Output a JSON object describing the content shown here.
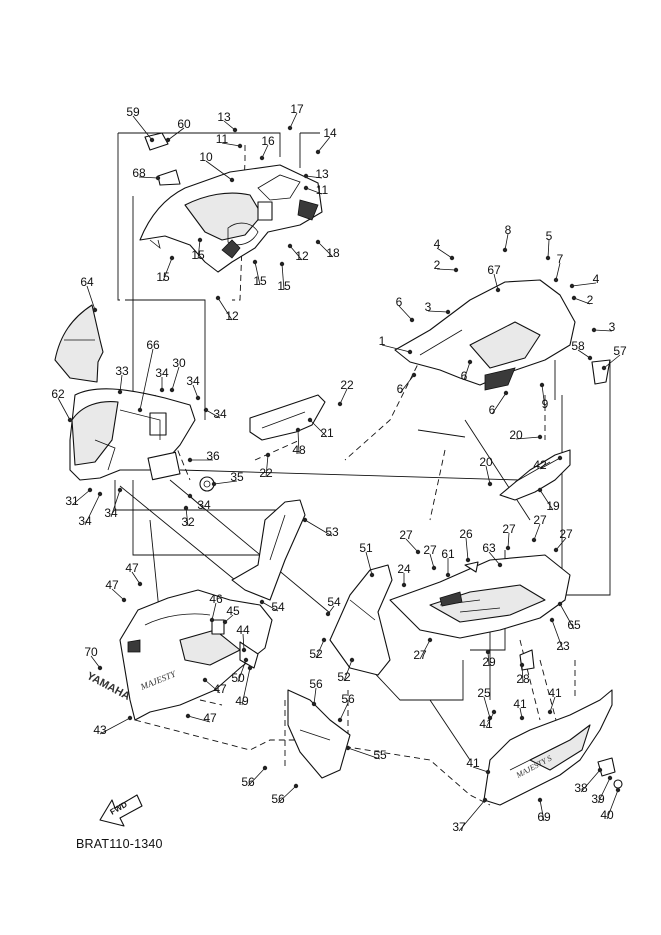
{
  "reference_code": "BRAT110-1340",
  "fwd_label": "FWD",
  "decals": {
    "yamaha_logo": "YAMAHA",
    "majesty_script": "MAJESTY",
    "majesty_s_script": "MAJESTY S"
  },
  "callouts": [
    "1",
    "2",
    "3",
    "4",
    "5",
    "6",
    "7",
    "8",
    "9",
    "10",
    "11",
    "12",
    "13",
    "14",
    "15",
    "16",
    "17",
    "18",
    "19",
    "20",
    "21",
    "22",
    "23",
    "24",
    "25",
    "26",
    "27",
    "28",
    "29",
    "30",
    "31",
    "32",
    "33",
    "34",
    "35",
    "36",
    "37",
    "38",
    "39",
    "40",
    "41",
    "42",
    "43",
    "44",
    "45",
    "46",
    "47",
    "48",
    "49",
    "50",
    "51",
    "52",
    "53",
    "54",
    "55",
    "56",
    "57",
    "58",
    "59",
    "60",
    "61",
    "62",
    "63",
    "64",
    "65",
    "66",
    "67",
    "68",
    "69",
    "70"
  ],
  "colors": {
    "line": "#111111",
    "background": "#ffffff",
    "shade": "#e9e9e9"
  }
}
